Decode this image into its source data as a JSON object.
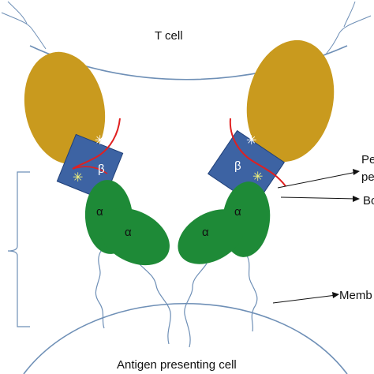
{
  "labels": {
    "t_cell": "T cell",
    "apc": "Antigen presenting cell",
    "right_label_1": "Pe",
    "right_label_2": "pe",
    "right_label_3": "Bo",
    "right_label_4": "Memb"
  },
  "subunit_labels": {
    "beta": "β",
    "alpha": "α",
    "star": "✳"
  },
  "colors": {
    "yellow_domain": "#C99A1E",
    "blue_domain": "#3D63A3",
    "green_domain": "#1E8A37",
    "red_peptide": "#E02020",
    "membrane": "#6E8FB6",
    "star": "#F3F27A"
  }
}
